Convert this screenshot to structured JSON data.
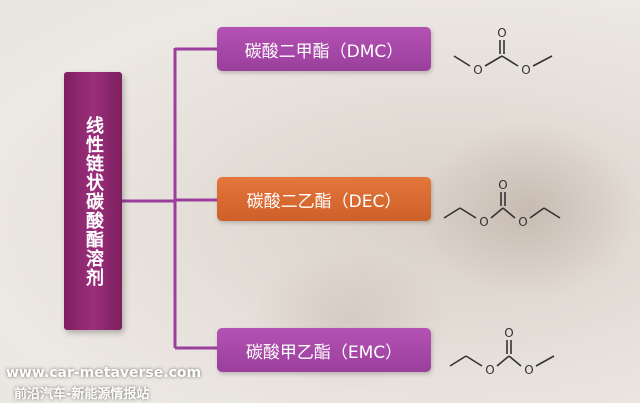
{
  "root": {
    "label": "线性链状碳酸酯溶剂"
  },
  "nodes": [
    {
      "id": "dmc",
      "label": "碳酸二甲酯（DMC）",
      "color": "#a94aab"
    },
    {
      "id": "dec",
      "label": "碳酸二乙酯（DEC）",
      "color": "#dd6b32"
    },
    {
      "id": "emc",
      "label": "碳酸甲乙酯（EMC）",
      "color": "#a94aab"
    }
  ],
  "molecules": {
    "dmc": {
      "atoms": [
        "O",
        "O",
        "O"
      ]
    },
    "dec": {
      "atoms": [
        "O",
        "O",
        "O"
      ]
    },
    "emc": {
      "atoms": [
        "O",
        "O",
        "O"
      ]
    }
  },
  "colors": {
    "connector": "#9b3f9c",
    "root": "#8a2a6e"
  },
  "watermark": {
    "url": "www.car-metaverse.com",
    "name": "前沿汽车-新能源情报站"
  }
}
